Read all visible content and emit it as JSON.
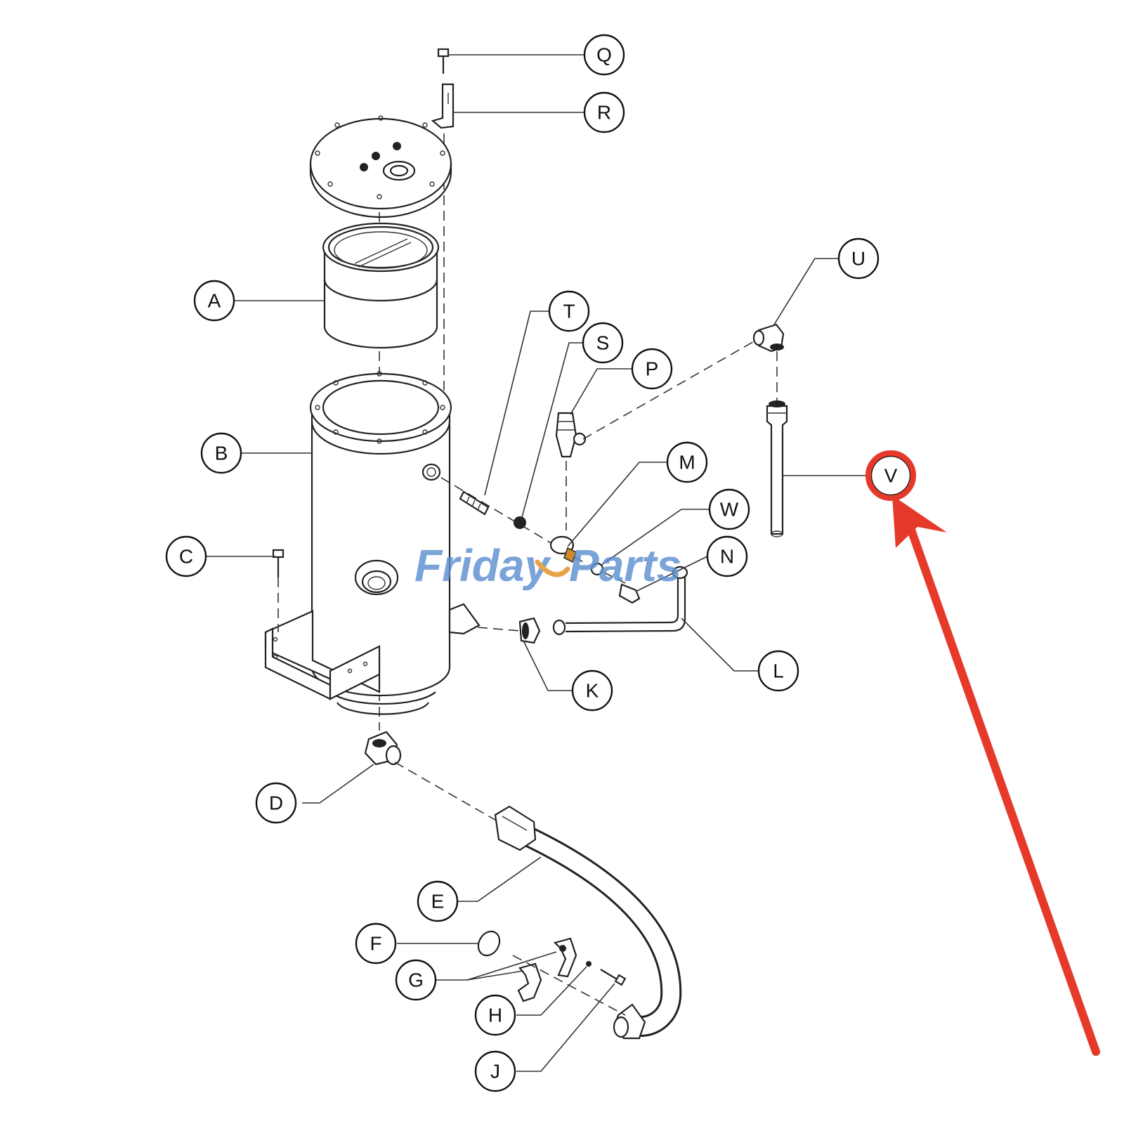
{
  "watermark": {
    "part1": "Friday",
    "part2": "Parts"
  },
  "callouts": [
    "Q",
    "R",
    "A",
    "T",
    "S",
    "P",
    "U",
    "B",
    "M",
    "V",
    "W",
    "C",
    "N",
    "L",
    "K",
    "D",
    "E",
    "F",
    "G",
    "H",
    "J"
  ],
  "highlight": {
    "target": "V",
    "color": "#e53a2a"
  }
}
